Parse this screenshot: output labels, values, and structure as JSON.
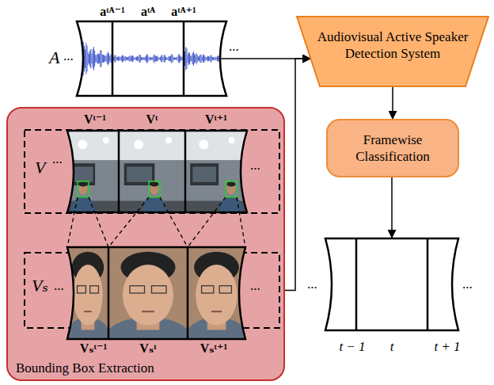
{
  "diagram": {
    "nodes": [
      {
        "text": [
          "A",
          "aᵗᴬ⁻¹",
          "aᵗᴬ",
          "aᵗᴬ⁺¹"
        ]
      },
      {
        "text": [
          "Bounding Box Extraction"
        ]
      },
      {
        "text": [
          "V",
          "Vᵗ⁻¹",
          "Vᵗ",
          "Vᵗ⁺¹"
        ],
        "in": 1
      },
      {
        "text": [
          "Vₛ",
          "Vₛᵗ⁻¹",
          "Vₛᵗ",
          "Vₛᵗ⁺¹"
        ],
        "in": 1
      },
      {
        "text": [
          "Audiovisual Active Speaker Detection System"
        ]
      },
      {
        "text": [
          "Framewise Classification"
        ]
      },
      {
        "text": [
          "t − 1",
          "t",
          "t + 1"
        ]
      }
    ],
    "edges": [
      {
        "from": 0,
        "to": 4,
        "arrow": "to"
      },
      {
        "from": 3,
        "to": 4,
        "arrow": "to"
      },
      {
        "from": 4,
        "to": 5,
        "arrow": "to"
      },
      {
        "from": 5,
        "to": 6,
        "arrow": "to"
      }
    ],
    "labels": [
      "...",
      "...",
      "...",
      "...",
      "...",
      "...",
      "...",
      "..."
    ]
  }
}
